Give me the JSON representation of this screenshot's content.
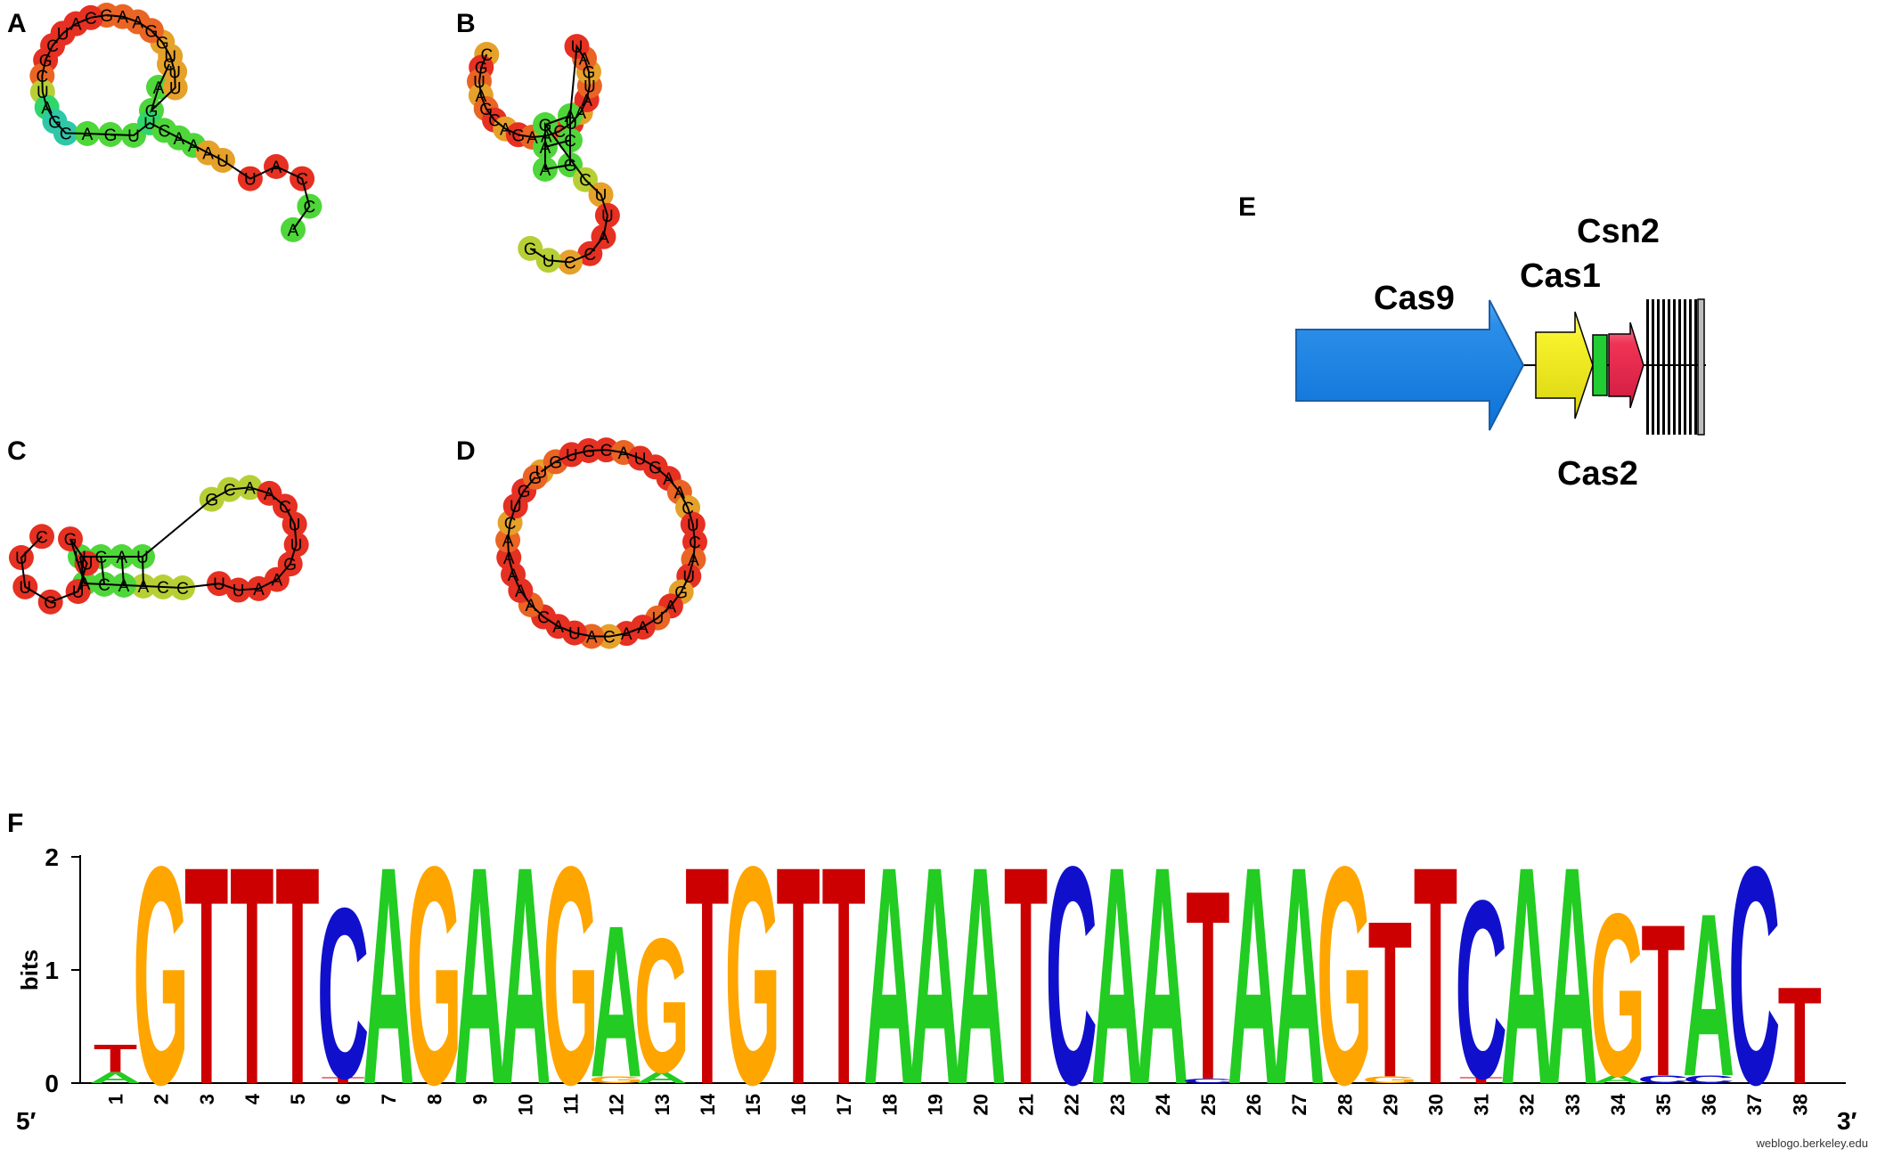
{
  "panels": {
    "a": {
      "label": "A",
      "sequence": "CAGUUUGGAAGCAUCGCUAGCAGUUCAAAUUACCA"
    },
    "b": {
      "label": "B",
      "sequence": "CGUAGCAGAACUAAUGAUACGAAGCUUACCUG"
    },
    "c": {
      "label": "C",
      "sequence": "UCAUGCAACUUGAAUUCCAACAGUUGUUC"
    },
    "d": {
      "label": "D",
      "sequence": "UGUGCAUGAACUCAUGAUAACAUACAAAAACUGG"
    },
    "e": {
      "label": "E",
      "gene_labels": {
        "cas9": "Cas9",
        "cas1": "Cas1",
        "cas2": "Cas2",
        "csn2": "Csn2"
      }
    },
    "f": {
      "label": "F",
      "y_axis_label": "bits",
      "y_ticks": [
        "0",
        "1",
        "2"
      ],
      "five_prime": "5′",
      "three_prime": "3′",
      "credit": "weblogo.berkeley.edu"
    }
  },
  "colors": {
    "A": "#22cc22",
    "C": "#1010cc",
    "G": "#ffa500",
    "T": "#cc0000",
    "cas9": "#1e88e5",
    "cas1": "#f6f12a",
    "cas2": "#22cc33",
    "csn2": "#ef3355"
  },
  "chart_data": {
    "type": "sequence-logo",
    "y_axis": "bits",
    "ylim": [
      0,
      2
    ],
    "positions": [
      {
        "pos": "1",
        "letters": [
          [
            "A",
            0.1
          ],
          [
            "T",
            0.25
          ]
        ]
      },
      {
        "pos": "2",
        "letters": [
          [
            "G",
            1.98
          ]
        ]
      },
      {
        "pos": "3",
        "letters": [
          [
            "T",
            1.98
          ]
        ]
      },
      {
        "pos": "4",
        "letters": [
          [
            "T",
            1.98
          ]
        ]
      },
      {
        "pos": "5",
        "letters": [
          [
            "T",
            1.98
          ]
        ]
      },
      {
        "pos": "6",
        "letters": [
          [
            "T",
            0.05
          ],
          [
            "C",
            1.55
          ]
        ]
      },
      {
        "pos": "7",
        "letters": [
          [
            "A",
            1.98
          ]
        ]
      },
      {
        "pos": "8",
        "letters": [
          [
            "G",
            1.98
          ]
        ]
      },
      {
        "pos": "9",
        "letters": [
          [
            "A",
            1.98
          ]
        ]
      },
      {
        "pos": "10",
        "letters": [
          [
            "A",
            1.98
          ]
        ]
      },
      {
        "pos": "11",
        "letters": [
          [
            "G",
            1.98
          ]
        ]
      },
      {
        "pos": "12",
        "letters": [
          [
            "G",
            0.06
          ],
          [
            "A",
            1.38
          ]
        ]
      },
      {
        "pos": "13",
        "letters": [
          [
            "A",
            0.1
          ],
          [
            "G",
            1.22
          ]
        ]
      },
      {
        "pos": "14",
        "letters": [
          [
            "T",
            1.98
          ]
        ]
      },
      {
        "pos": "15",
        "letters": [
          [
            "G",
            1.98
          ]
        ]
      },
      {
        "pos": "16",
        "letters": [
          [
            "T",
            1.98
          ]
        ]
      },
      {
        "pos": "17",
        "letters": [
          [
            "T",
            1.98
          ]
        ]
      },
      {
        "pos": "18",
        "letters": [
          [
            "A",
            1.98
          ]
        ]
      },
      {
        "pos": "19",
        "letters": [
          [
            "A",
            1.98
          ]
        ]
      },
      {
        "pos": "20",
        "letters": [
          [
            "A",
            1.98
          ]
        ]
      },
      {
        "pos": "21",
        "letters": [
          [
            "T",
            1.98
          ]
        ]
      },
      {
        "pos": "22",
        "letters": [
          [
            "C",
            1.98
          ]
        ]
      },
      {
        "pos": "23",
        "letters": [
          [
            "A",
            1.98
          ]
        ]
      },
      {
        "pos": "24",
        "letters": [
          [
            "A",
            1.98
          ]
        ]
      },
      {
        "pos": "25",
        "letters": [
          [
            "C",
            0.04
          ],
          [
            "T",
            1.72
          ]
        ]
      },
      {
        "pos": "26",
        "letters": [
          [
            "A",
            1.98
          ]
        ]
      },
      {
        "pos": "27",
        "letters": [
          [
            "A",
            1.98
          ]
        ]
      },
      {
        "pos": "28",
        "letters": [
          [
            "G",
            1.98
          ]
        ]
      },
      {
        "pos": "29",
        "letters": [
          [
            "G",
            0.06
          ],
          [
            "T",
            1.42
          ]
        ]
      },
      {
        "pos": "30",
        "letters": [
          [
            "T",
            1.98
          ]
        ]
      },
      {
        "pos": "31",
        "letters": [
          [
            "T",
            0.05
          ],
          [
            "C",
            1.62
          ]
        ]
      },
      {
        "pos": "32",
        "letters": [
          [
            "A",
            1.98
          ]
        ]
      },
      {
        "pos": "33",
        "letters": [
          [
            "A",
            1.98
          ]
        ]
      },
      {
        "pos": "34",
        "letters": [
          [
            "A",
            0.07
          ],
          [
            "G",
            1.48
          ]
        ]
      },
      {
        "pos": "35",
        "letters": [
          [
            "C",
            0.07
          ],
          [
            "T",
            1.38
          ]
        ]
      },
      {
        "pos": "36",
        "letters": [
          [
            "C",
            0.07
          ],
          [
            "A",
            1.48
          ]
        ]
      },
      {
        "pos": "37",
        "letters": [
          [
            "C",
            1.98
          ]
        ]
      },
      {
        "pos": "38",
        "letters": [
          [
            "T",
            0.88
          ]
        ]
      }
    ]
  }
}
